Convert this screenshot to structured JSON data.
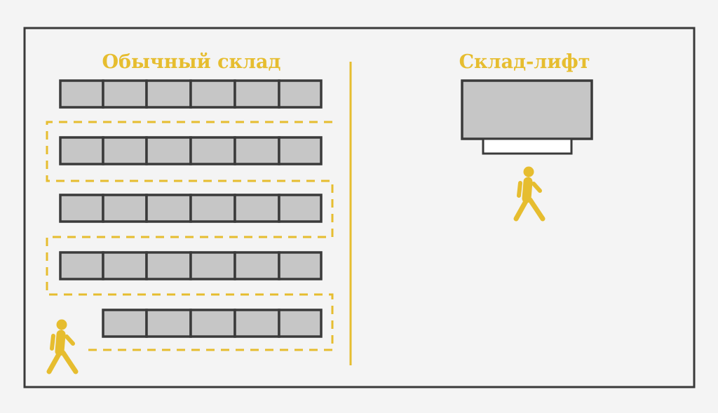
{
  "left_section": {
    "title": "Обычный склад",
    "shelf_rows": [
      6,
      6,
      6,
      6,
      5
    ]
  },
  "right_section": {
    "title": "Склад-лифт"
  },
  "icons": [
    "walking-person-icon",
    "walking-person-icon"
  ],
  "colors": {
    "accent": "#e6bd2f",
    "shelf_fill": "#c6c6c6",
    "stroke": "#3a3a3a",
    "background": "#f4f4f4"
  }
}
